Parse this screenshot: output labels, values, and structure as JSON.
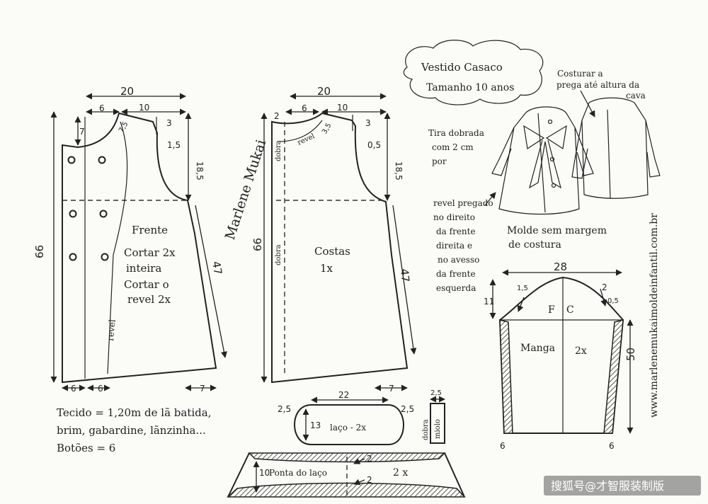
{
  "title": {
    "line1": "Vestido Casaco",
    "line2": "Tamanho 10 anos"
  },
  "front": {
    "label_lines": [
      "Frente",
      "Cortar 2x",
      "inteira",
      "Cortar o",
      "revel 2x"
    ],
    "revel": "revel",
    "dims": {
      "width_top": "20",
      "neck_w": "6",
      "shoulder_w": "10",
      "neck_drop": "7",
      "neck_curve": "7,5",
      "shoulder_drop": "3",
      "armhole_curve": "1,5",
      "armhole_h": "18,5",
      "length": "66",
      "side": "47",
      "hem_left": "6",
      "hem_mid": "6",
      "hem_right": "7"
    }
  },
  "back": {
    "label_line1": "Costas",
    "label_line2": "1x",
    "fold_top": "dobra",
    "fold_mid": "dobra",
    "revel": "revel",
    "dims": {
      "width_top": "20",
      "corner": "2",
      "neck_w": "6",
      "shoulder_w": "10",
      "neck_curve": "3,5",
      "shoulder_drop": "3",
      "armhole_curve": "0,5",
      "armhole_h": "18,5",
      "length": "66",
      "side": "47",
      "hem_right": "7"
    }
  },
  "signature": "Marlene Mukai",
  "notes": {
    "sew_line1": "Costurar a",
    "sew_line2": "prega até altura da",
    "sew_line3": "cava",
    "tira": [
      "Tira dobrada",
      "com 2 cm",
      "por"
    ],
    "revel_note": [
      "revel pregado",
      "no direito",
      "da frente",
      "direita e",
      "no avesso",
      "da frente",
      "esquerda"
    ],
    "seam_line1": "Molde sem margem",
    "seam_line2": "de costura"
  },
  "sleeve": {
    "label_left": "Manga",
    "label_right": "2x",
    "front_mark": "F",
    "back_mark": "C",
    "dims": {
      "width": "28",
      "cap_left": "1,5",
      "cap_right": "2",
      "cap_h": "11",
      "cap_side": "0,5",
      "length": "50",
      "cuff_left": "6",
      "cuff_right": "6"
    }
  },
  "bow": {
    "label": "laço - 2x",
    "width": "22",
    "height": "13",
    "left_r": "2,5",
    "right_r": "2,5"
  },
  "center": {
    "width": "2,5",
    "fold": "dobra",
    "label": "miolo"
  },
  "tail": {
    "label": "Ponta do laço",
    "count": "2 x",
    "height": "10",
    "offset": "2"
  },
  "fabric": {
    "line1": "Tecido = 1,20m de  lã batida,",
    "line2": "brim, gabardine, lãnzinha...",
    "line3": "Botões = 6"
  },
  "website": "www.marlenemukaimoldeinfantil.com.br",
  "watermark": "搜狐号@才智服装制版",
  "colors": {
    "ink": "#222222",
    "paper": "#fbfbf8"
  }
}
